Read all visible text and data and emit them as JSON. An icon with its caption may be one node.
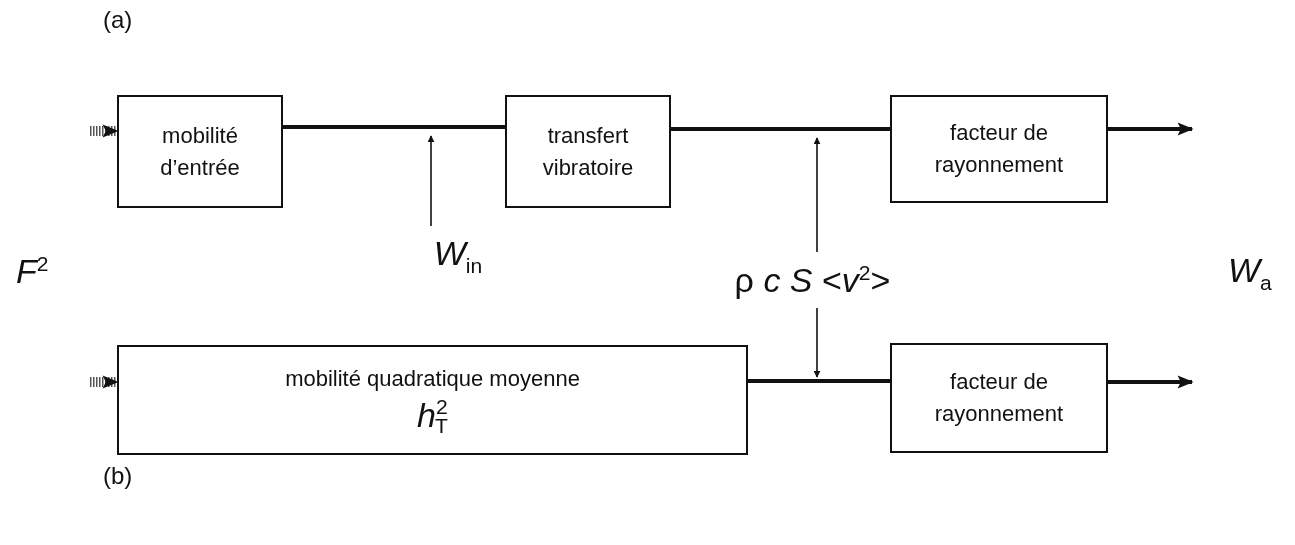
{
  "diagram": {
    "nodes": [
      {
        "text": [
          "mobilité d’entrée"
        ]
      },
      {
        "text": [
          "transfert vibratoire"
        ]
      },
      {
        "text": [
          "facteur de rayonnement"
        ]
      },
      {
        "text": [
          "*W*$_{in}$"
        ]
      },
      {
        "text": [
          "ρ *c* *S* <*v*$^{2}$>"
        ]
      },
      {
        "text": [
          "mobilité quadratique moyenne",
          "*h*$^{2}$$_{T}$"
        ]
      },
      {
        "text": [
          "facteur de rayonnement"
        ]
      }
    ],
    "edges": [
      {
        "from": null,
        "to": 0,
        "arrow": "to",
        "style": "dashed"
      },
      {
        "from": 0,
        "to": 1,
        "arrow": "none"
      },
      {
        "from": 1,
        "to": 2,
        "arrow": "none"
      },
      {
        "from": 2,
        "to": null,
        "arrow": "to"
      },
      {
        "from": null,
        "to": 5,
        "arrow": "to",
        "style": "dashed"
      },
      {
        "from": 5,
        "to": 6,
        "arrow": "none"
      },
      {
        "from": 6,
        "to": null,
        "arrow": "to"
      },
      {
        "from": 3,
        "to": null,
        "arrow": "to"
      },
      {
        "from": 4,
        "to": null,
        "arrow": "to"
      },
      {
        "from": 4,
        "to": null,
        "arrow": "to"
      }
    ],
    "labels": [
      "(a)",
      "*F*$^{2}$",
      "*W*$_{a}$",
      "(b)"
    ]
  }
}
